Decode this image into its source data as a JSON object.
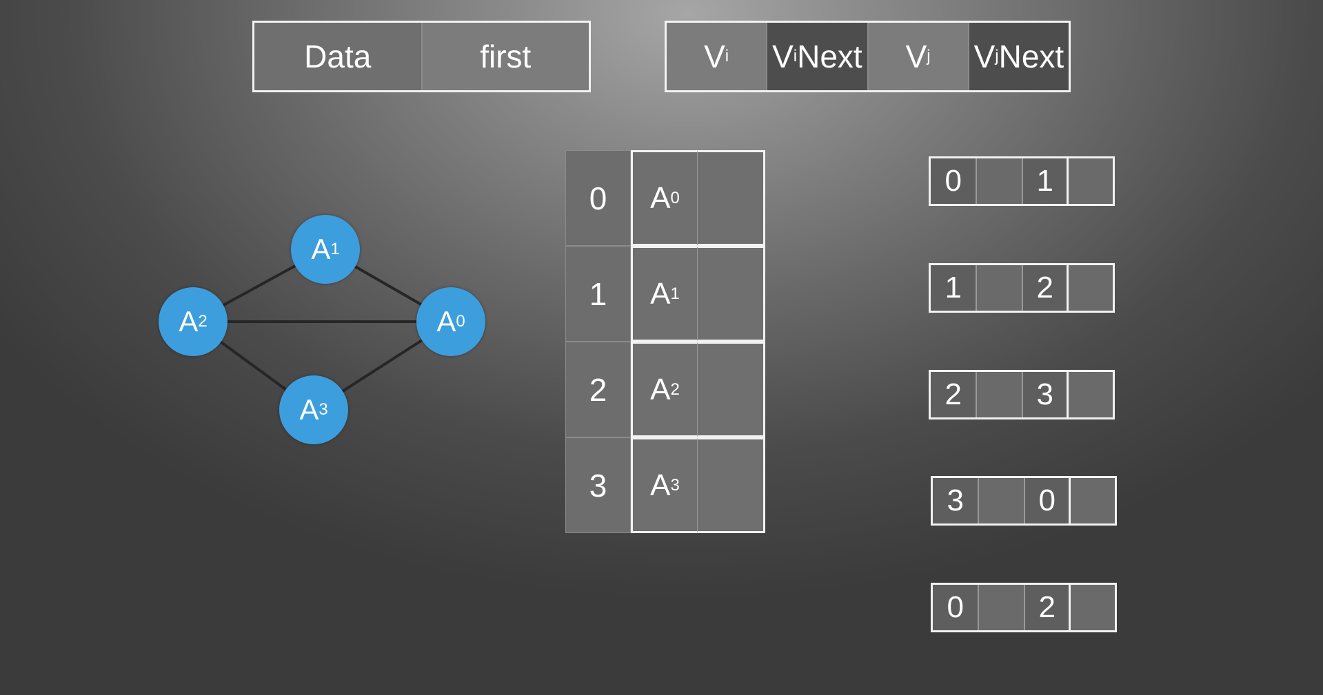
{
  "node_header": {
    "data_label": "Data",
    "first_label": "first"
  },
  "edge_header": {
    "vi_base": "V",
    "vi_sub": "i",
    "vinext_base": "V",
    "vinext_sub": "i",
    "vinext_rest": "Next",
    "vj_base": "V",
    "vj_sub": "j",
    "vjnext_base": "V",
    "vjnext_sub": "j",
    "vjnext_rest": "Next"
  },
  "graph": {
    "vertices": [
      {
        "id": "A0",
        "base": "A",
        "sub": "0"
      },
      {
        "id": "A1",
        "base": "A",
        "sub": "1"
      },
      {
        "id": "A2",
        "base": "A",
        "sub": "2"
      },
      {
        "id": "A3",
        "base": "A",
        "sub": "3"
      }
    ],
    "edges": [
      [
        "A0",
        "A1"
      ],
      [
        "A1",
        "A2"
      ],
      [
        "A2",
        "A3"
      ],
      [
        "A3",
        "A0"
      ],
      [
        "A0",
        "A2"
      ]
    ]
  },
  "vertex_table": [
    {
      "index": "0",
      "base": "A",
      "sub": "0"
    },
    {
      "index": "1",
      "base": "A",
      "sub": "1"
    },
    {
      "index": "2",
      "base": "A",
      "sub": "2"
    },
    {
      "index": "3",
      "base": "A",
      "sub": "3"
    }
  ],
  "edge_nodes": [
    {
      "vi": "0",
      "vj": "1"
    },
    {
      "vi": "1",
      "vj": "2"
    },
    {
      "vi": "2",
      "vj": "3"
    },
    {
      "vi": "3",
      "vj": "0"
    },
    {
      "vi": "0",
      "vj": "2"
    }
  ],
  "colors": {
    "vertex_fill": "#3d9ede",
    "box_border": "#f2f2f2",
    "edge_line": "#262626"
  }
}
